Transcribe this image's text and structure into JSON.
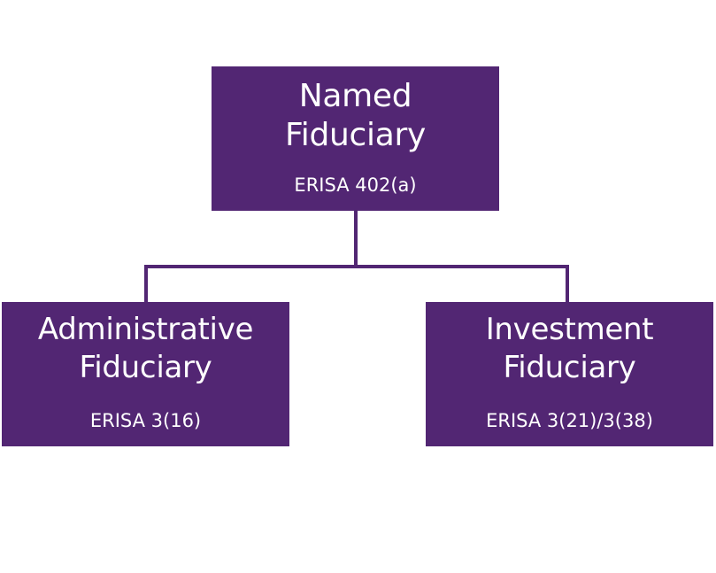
{
  "theme": {
    "node_color": "#522673",
    "text_color": "#ffffff",
    "background": "#ffffff"
  },
  "nodes": {
    "named": {
      "title_line1": "Named",
      "title_line2": "Fiduciary",
      "code": "ERISA 402(a)"
    },
    "administrative": {
      "title_line1": "Administrative",
      "title_line2": "Fiduciary",
      "code": "ERISA 3(16)"
    },
    "investment": {
      "title_line1": "Investment",
      "title_line2": "Fiduciary",
      "code": "ERISA 3(21)/3(38)"
    }
  }
}
